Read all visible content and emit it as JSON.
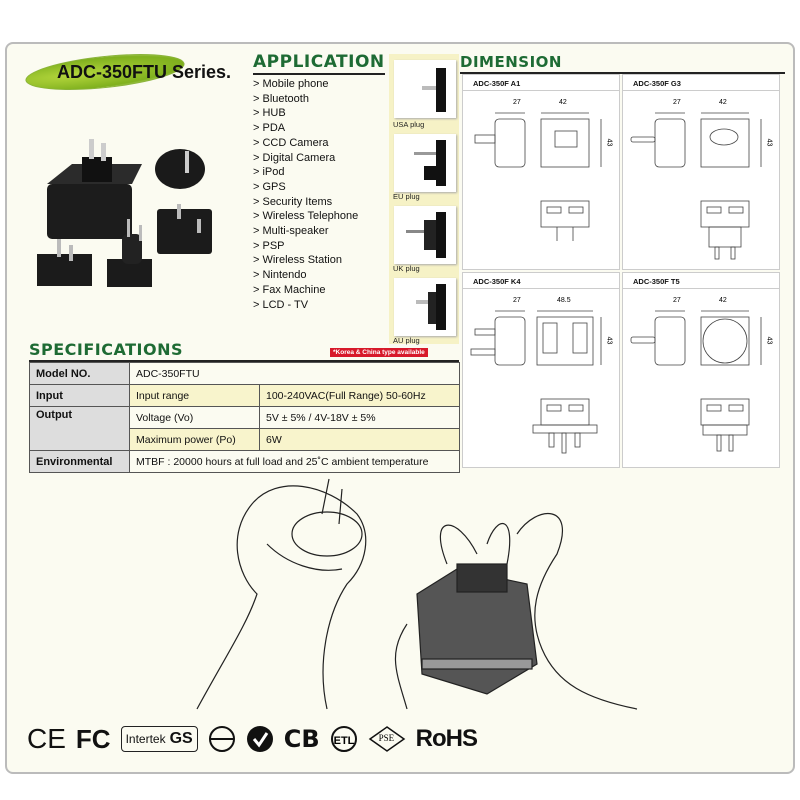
{
  "title": "ADC-350FTU Series.",
  "application": {
    "heading": "APPLICATION",
    "items": [
      "> Mobile phone",
      "> Bluetooth",
      "> HUB",
      "> PDA",
      "> CCD Camera",
      "> Digital Camera",
      "> iPod",
      "> GPS",
      "> Security Items",
      "> Wireless Telephone",
      "> Multi-speaker",
      "> PSP",
      "> Wireless Station",
      "> Nintendo",
      "> Fax Machine",
      "> LCD - TV"
    ]
  },
  "plugs": [
    "USA plug",
    "EU plug",
    "UK plug",
    "AU plug"
  ],
  "dimension": {
    "heading": "DIMENSION",
    "boxes": [
      {
        "model": "ADC-350F A1",
        "depth": "27",
        "width": "42",
        "height": "43"
      },
      {
        "model": "ADC-350F G3",
        "depth": "27",
        "width": "42",
        "height": "43"
      },
      {
        "model": "ADC-350F K4",
        "depth": "27",
        "width": "48.5",
        "height": "43"
      },
      {
        "model": "ADC-350F T5",
        "depth": "27",
        "width": "42",
        "height": "43"
      }
    ]
  },
  "specifications": {
    "heading": "SPECIFICATIONS",
    "note": "*Korea & China type available",
    "model_label": "Model NO.",
    "model_value": "ADC-350FTU",
    "input_label": "Input",
    "input_range_label": "Input range",
    "input_range_value": "100-240VAC(Full Range) 50-60Hz",
    "output_label": "Output",
    "voltage_label": "Voltage (Vo)",
    "voltage_value": "5V ± 5% / 4V-18V ± 5%",
    "power_label": "Maximum power (Po)",
    "power_value": "6W",
    "env_label": "Environmental",
    "env_value": "MTBF : 20000 hours at full load and 25˚C ambient temperature"
  },
  "certifications": [
    "CE",
    "FC",
    "Intertek",
    "GS",
    "CB",
    "PSE",
    "RoHS"
  ],
  "colors": {
    "heading_green": "#1e6b34",
    "badge_red": "#d7192a",
    "plug_panel": "#f6f2c6",
    "background": "#fbfbf1"
  }
}
